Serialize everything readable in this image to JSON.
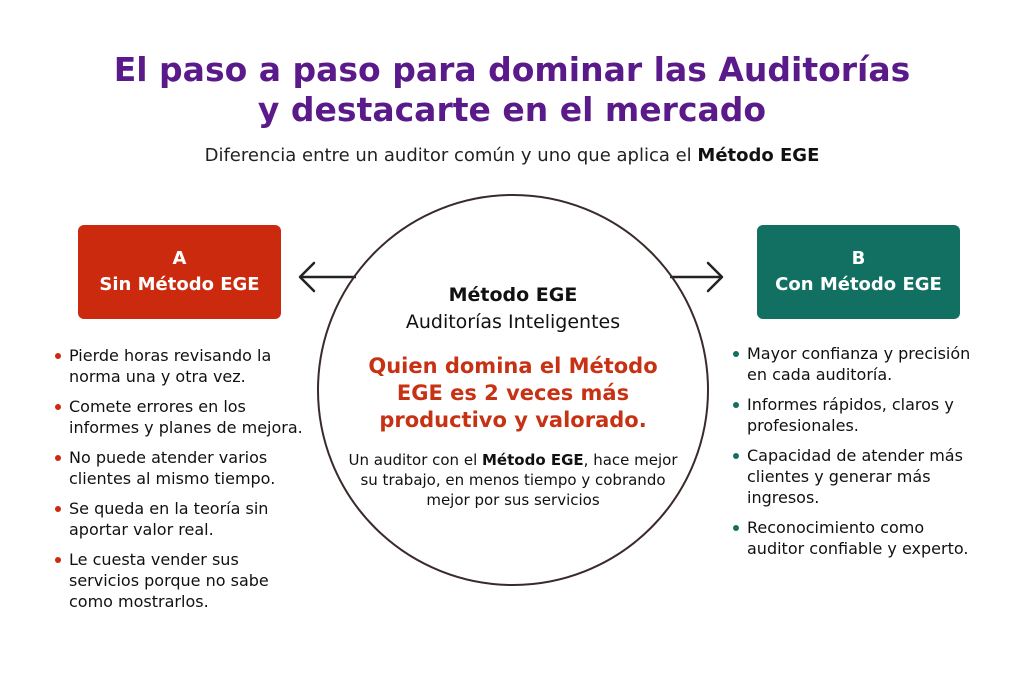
{
  "title": {
    "line1": "El paso a paso para dominar las Auditorías",
    "line2": "y destacarte en el mercado"
  },
  "subtitle": {
    "text": "Diferencia entre un auditor común y uno que aplica el ",
    "bold": "Método EGE"
  },
  "box_a": {
    "letter": "A",
    "label": "Sin Método EGE",
    "color": "#cc2a0e"
  },
  "box_b": {
    "letter": "B",
    "label": "Con Método EGE",
    "color": "#127062"
  },
  "center": {
    "title": "Método EGE",
    "subtitle": "Auditorías Inteligentes",
    "highlight": "Quien domina el Método EGE es 2 veces más productivo y valorado.",
    "body_prefix": "Un auditor con el ",
    "body_bold": "Método EGE",
    "body_suffix": ", hace mejor su trabajo, en menos tiempo y cobrando mejor por sus servicios",
    "highlight_color": "#c83214"
  },
  "list_a": [
    "Pierde horas revisando la norma una y otra vez.",
    "Comete errores en los informes y planes de mejora.",
    "No puede atender varios clientes al mismo tiempo.",
    "Se queda en la teoría sin aportar valor real.",
    "Le cuesta vender sus servicios porque no sabe como mostrarlos."
  ],
  "list_b": [
    "Mayor confianza y precisión en cada auditoría.",
    "Informes rápidos, claros y profesionales.",
    "Capacidad de atender más clientes y generar más ingresos.",
    "Reconocimiento como auditor confiable y experto."
  ],
  "colors": {
    "title": "#5a1a8a",
    "circle_border": "#3a2a2a"
  }
}
